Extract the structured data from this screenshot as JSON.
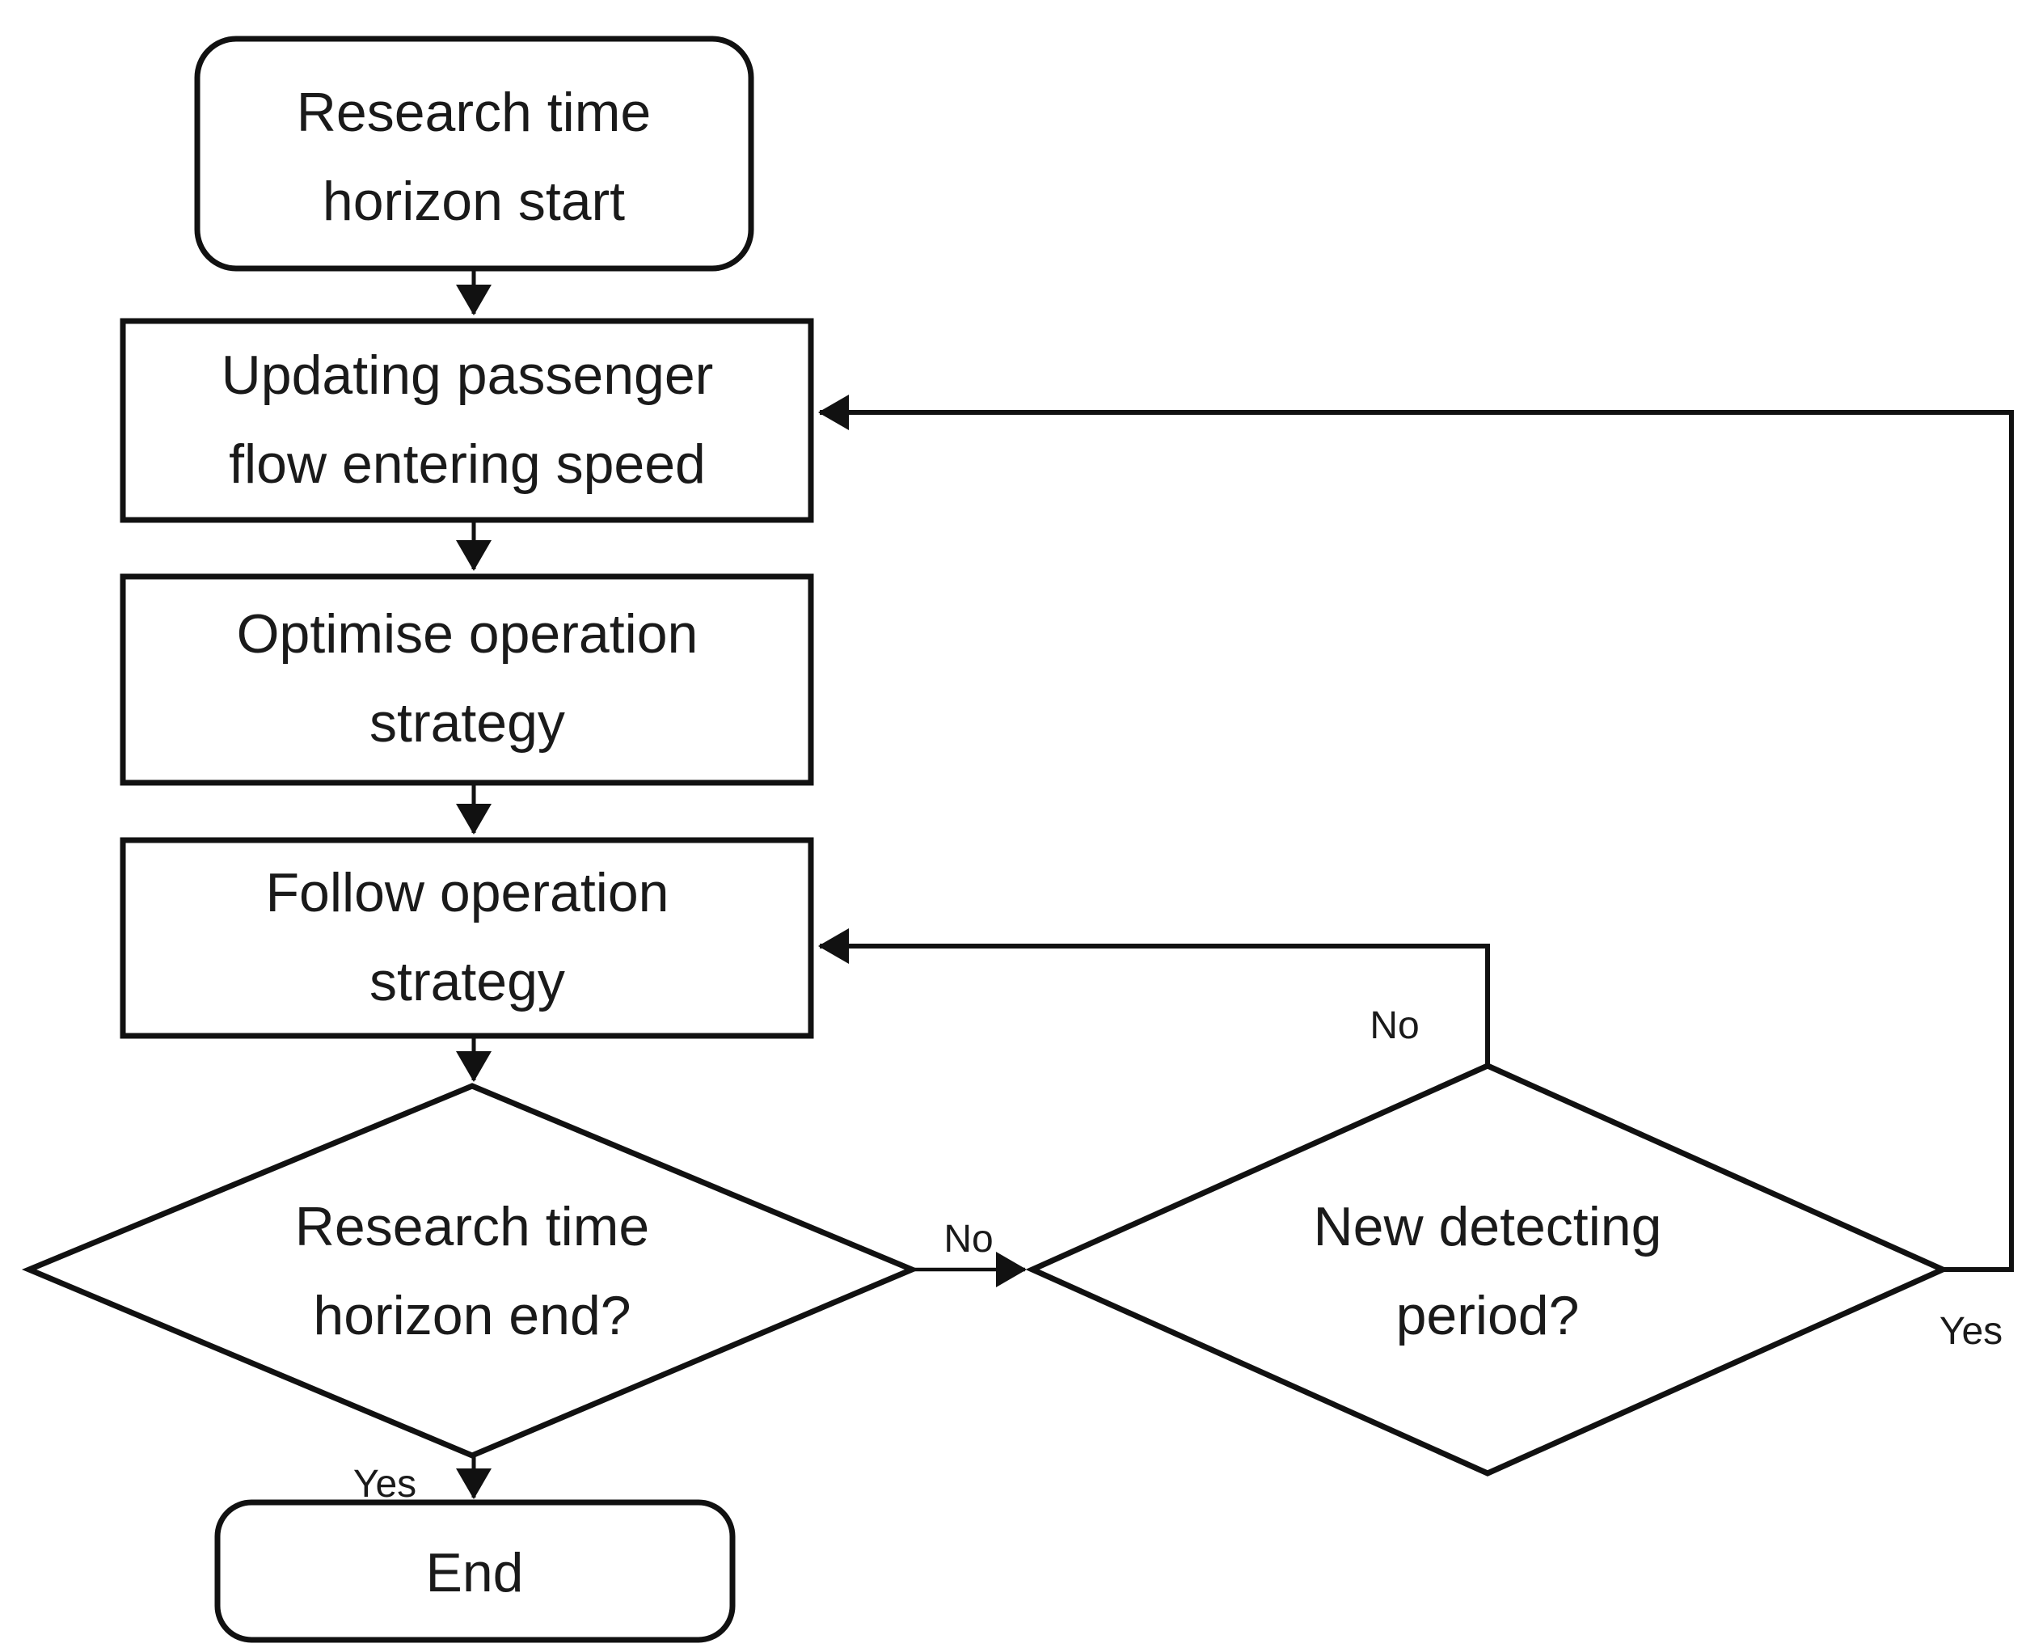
{
  "page": {
    "background": "#ffffff"
  },
  "diagram": {
    "type": "flowchart",
    "colors": {
      "stroke": "#111111",
      "text": "#1a1a1a",
      "node_fill": "#ffffff"
    },
    "nodes": {
      "start": {
        "shape": "terminator",
        "lines": {
          "l1": "Research time",
          "l2": "horizon start"
        }
      },
      "update_speed": {
        "shape": "process",
        "lines": {
          "l1": "Updating passenger",
          "l2": "flow entering speed"
        }
      },
      "optimise": {
        "shape": "process",
        "lines": {
          "l1": "Optimise operation",
          "l2": "strategy"
        }
      },
      "follow": {
        "shape": "process",
        "lines": {
          "l1": "Follow operation",
          "l2": "strategy"
        }
      },
      "horizon_end": {
        "shape": "decision",
        "lines": {
          "l1": "Research time",
          "l2": "horizon end?"
        }
      },
      "new_period": {
        "shape": "decision",
        "lines": {
          "l1": "New detecting",
          "l2": "period?"
        }
      },
      "end": {
        "shape": "terminator",
        "lines": {
          "l1": "End"
        }
      }
    },
    "edge_labels": {
      "horizon_end_yes": "Yes",
      "horizon_end_no": "No",
      "new_period_no": "No",
      "new_period_yes": "Yes"
    }
  }
}
